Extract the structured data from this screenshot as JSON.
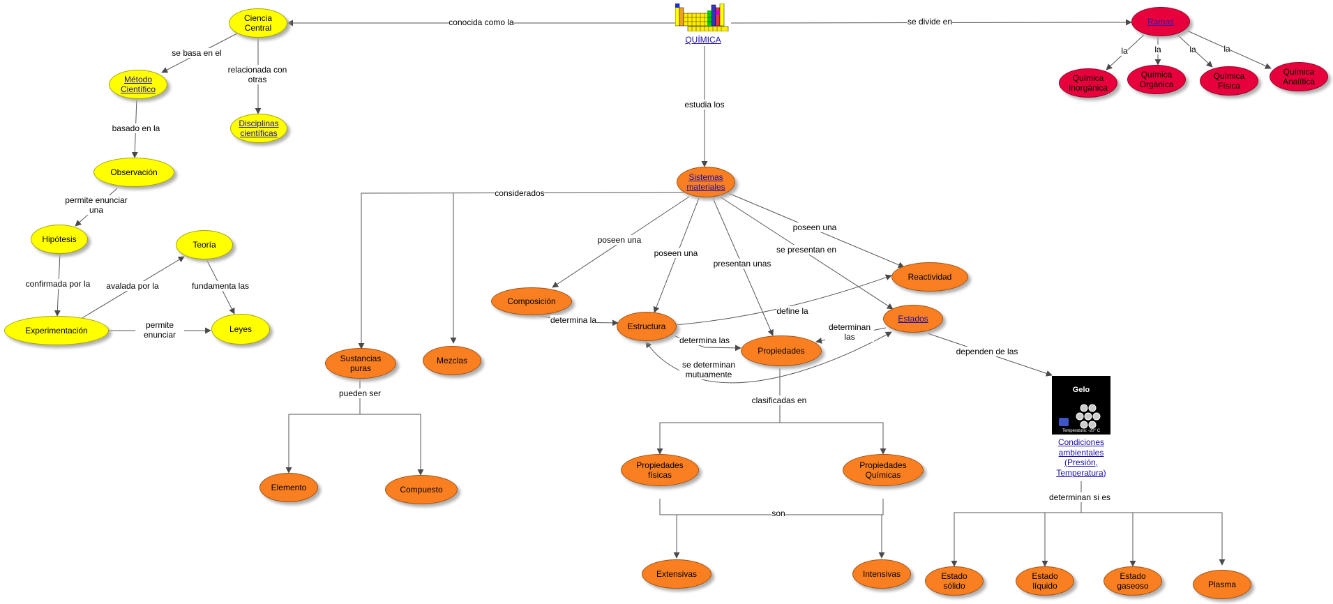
{
  "root": {
    "label": "QUÍMICA"
  },
  "nodes": {
    "ciencia_central": "Ciencia Central",
    "metodo_cientifico": "Método Científico",
    "disciplinas": "Disciplinas científicas",
    "observacion": "Observación",
    "hipotesis": "Hipótesis",
    "teoria": "Teoría",
    "experimentacion": "Experimentación",
    "leyes": "Leyes",
    "ramas": "Ramas",
    "q_inorganica": "Química Inorgánica",
    "q_organica": "Química Orgánica",
    "q_fisica": "Química Física",
    "q_analitica": "Química Analítica",
    "sistemas_materiales": "Sistemas materiales",
    "sustancias_puras": "Sustancias puras",
    "mezclas": "Mezclas",
    "elemento": "Elemento",
    "compuesto": "Compuesto",
    "composicion": "Composición",
    "estructura": "Estructura",
    "propiedades": "Propiedades",
    "reactividad": "Reactividad",
    "estados": "Estados",
    "prop_fisicas": "Propiedades físicas",
    "prop_quimicas": "Propiedades Químicas",
    "extensivas": "Extensivas",
    "intensivas": "Intensivas",
    "estado_solido": "Estado sólido",
    "estado_liquido": "Estado líquido",
    "estado_gaseoso": "Estado gaseoso",
    "plasma": "Plasma",
    "condiciones": "Condiciones ambientales (Presión, Temperatura)"
  },
  "gelo_image": {
    "title": "Gelo",
    "caption": "Temperatura: -20° C"
  },
  "links": {
    "conocida_como_la": "conocida como la",
    "se_divide_en": "se divide en",
    "se_basa_en_el": "se basa en el",
    "relacionada_con_otras": "relacionada con otras",
    "basado_en_la": "basado en la",
    "permite_enunciar_una": "permite enunciar una",
    "confirmada_por_la": "confirmada por la",
    "avalada_por_la": "avalada por la",
    "fundamenta_las": "fundamenta las",
    "permite_enunciar": "permite enunciar",
    "la": "la",
    "estudia_los": "estudia los",
    "considerados": "considerados",
    "pueden_ser": "pueden ser",
    "poseen_una": "poseen una",
    "presentan_unas": "presentan unas",
    "se_presentan_en": "se presentan en",
    "determina_la": "determina la",
    "define_la": "define la",
    "determina_las": "determina las",
    "determinan_las": "determinan las",
    "se_determinan_mutuamente": "se determinan mutuamente",
    "dependen_de_las": "dependen de las",
    "clasificadas_en": "clasificadas en",
    "son": "son",
    "determinan_si_es": "determinan si es"
  },
  "colors": {
    "yellow": "#ffff00",
    "orange": "#f97f21",
    "red": "#e8003d",
    "line": "#555555",
    "link": "#1a0dab"
  }
}
